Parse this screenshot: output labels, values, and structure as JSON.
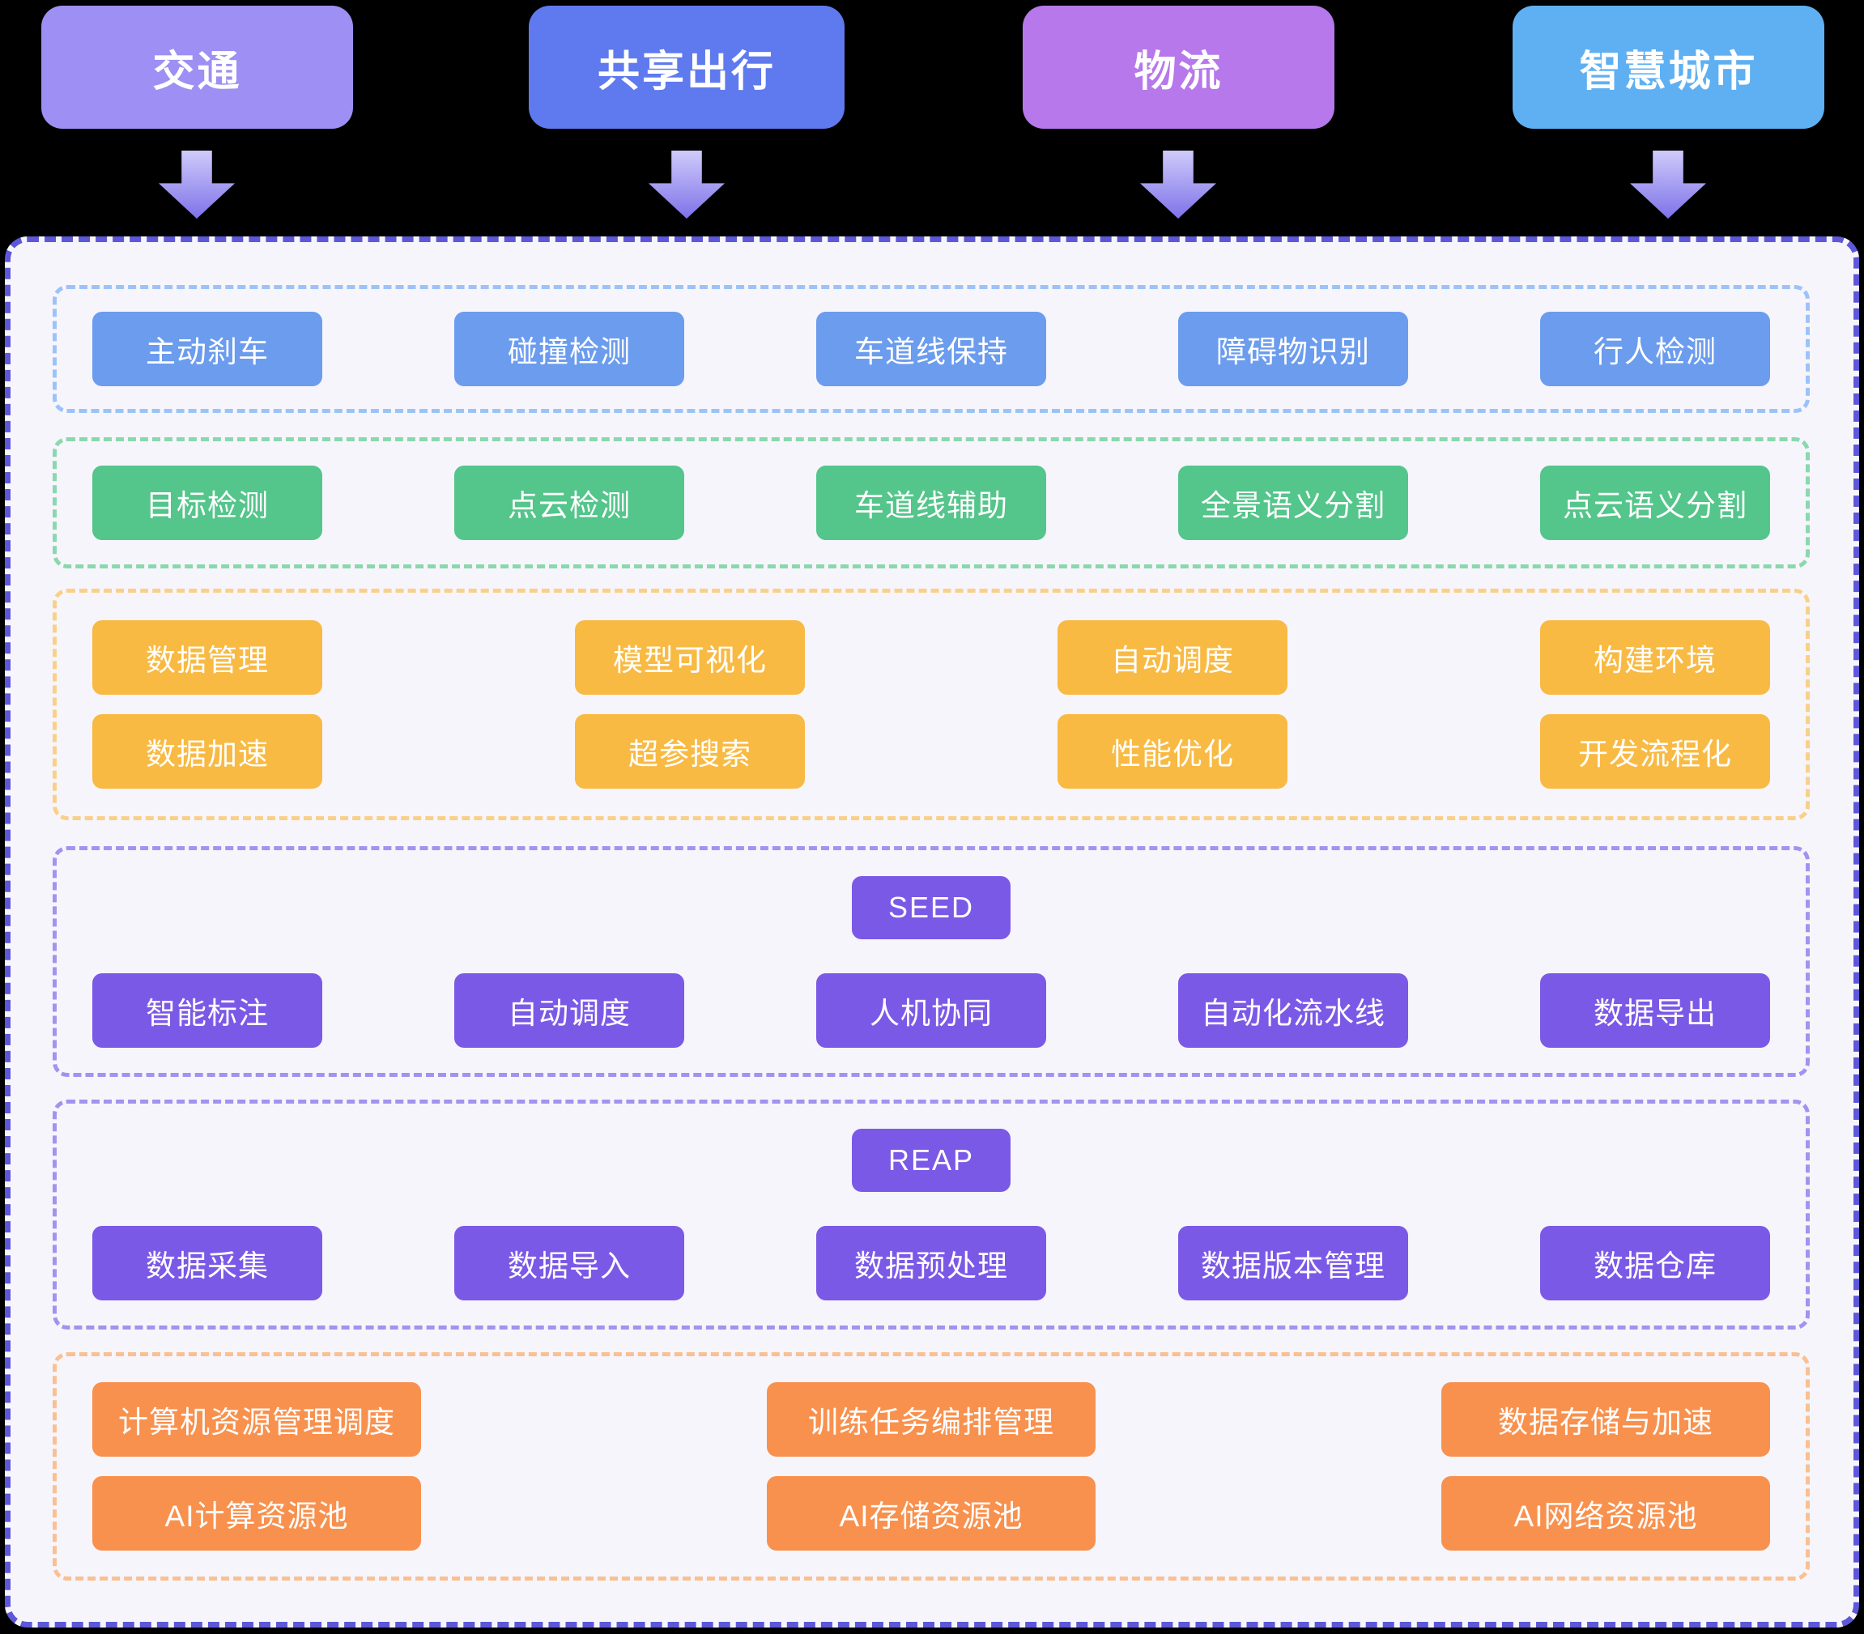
{
  "headers": [
    {
      "label": "交通",
      "color": "#9d8ff3"
    },
    {
      "label": "共享出行",
      "color": "#5f7aee"
    },
    {
      "label": "物流",
      "color": "#b678ea"
    },
    {
      "label": "智慧城市",
      "color": "#5fb0f2"
    }
  ],
  "arrow": {
    "color_top": "#cfcbfa",
    "color_bottom": "#7e72e9"
  },
  "container": {
    "border_color": "#5d58d8",
    "background": "#f7f5fc"
  },
  "sections": {
    "adas": {
      "border_color": "#9cc3f7",
      "box_color": "#6b9cee",
      "items": [
        "主动刹车",
        "碰撞检测",
        "车道线保持",
        "障碍物识别",
        "行人检测"
      ]
    },
    "perception": {
      "border_color": "#8ad8ad",
      "box_color": "#54c58b",
      "items": [
        "目标检测",
        "点云检测",
        "车道线辅助",
        "全景语义分割",
        "点云语义分割"
      ]
    },
    "platform": {
      "border_color": "#f9d089",
      "box_color": "#f8ba43",
      "rows": [
        [
          "数据管理",
          "模型可视化",
          "自动调度",
          "构建环境"
        ],
        [
          "数据加速",
          "超参搜索",
          "性能优化",
          "开发流程化"
        ]
      ]
    },
    "seed": {
      "border_color": "#a193ef",
      "box_color": "#7b59e7",
      "title": "SEED",
      "items": [
        "智能标注",
        "自动调度",
        "人机协同",
        "自动化流水线",
        "数据导出"
      ]
    },
    "reap": {
      "border_color": "#a193ef",
      "box_color": "#7b59e7",
      "title": "REAP",
      "items": [
        "数据采集",
        "数据导入",
        "数据预处理",
        "数据版本管理",
        "数据仓库"
      ]
    },
    "infra": {
      "border_color": "#f9c093",
      "box_color": "#f8914e",
      "rows": [
        [
          "计算机资源管理调度",
          "训练任务编排管理",
          "数据存储与加速"
        ],
        [
          "AI计算资源池",
          "AI存储资源池",
          "AI网络资源池"
        ]
      ]
    }
  }
}
